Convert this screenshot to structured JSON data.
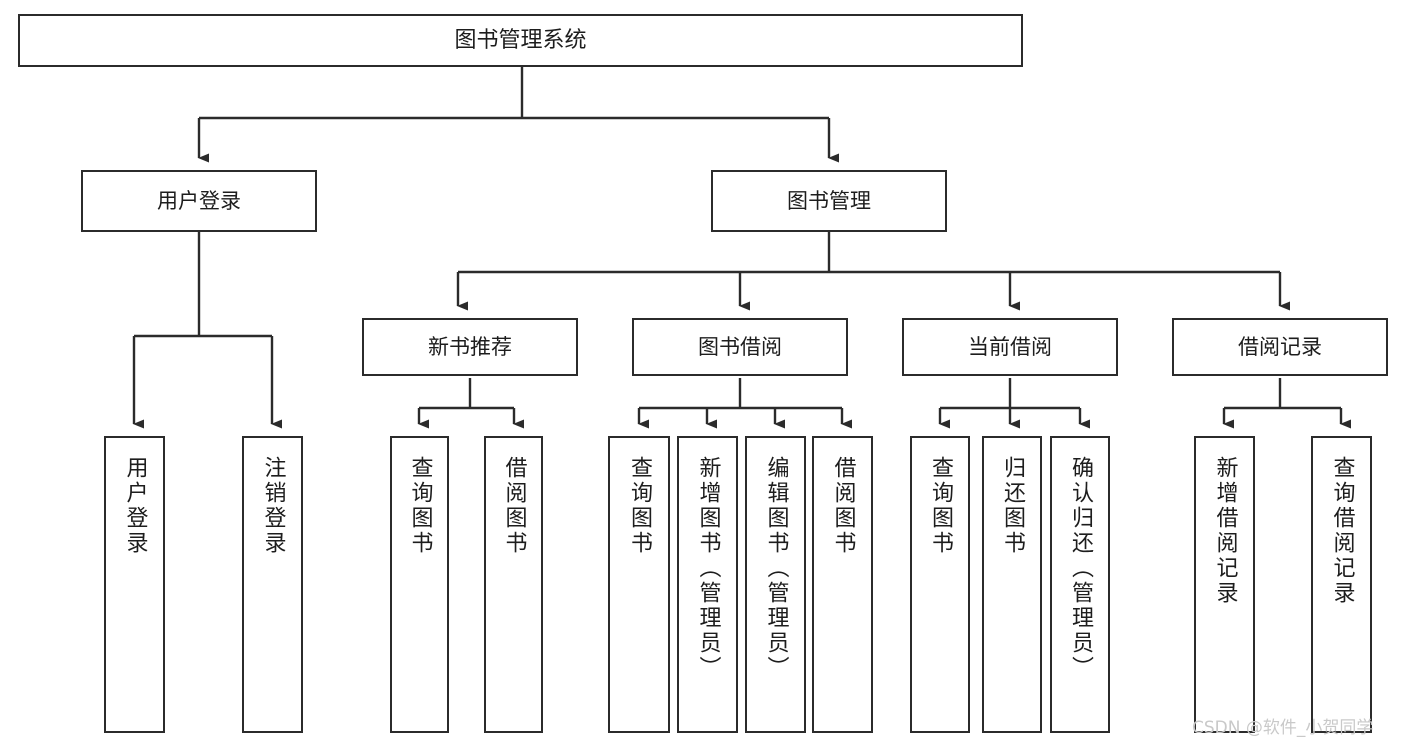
{
  "diagram": {
    "title": "图书管理系统",
    "type": "functional-structure-tree",
    "watermark": "CSDN @软件_小贺同学",
    "colors": {
      "stroke": "#2b2b2b",
      "fill": "#ffffff",
      "text": "#1d1d1d",
      "watermark": "#c9c9c9"
    },
    "levels": {
      "root": {
        "label": "图书管理系统"
      },
      "level2": [
        {
          "label": "用户登录"
        },
        {
          "label": "图书管理"
        }
      ],
      "level3": [
        {
          "label": "新书推荐"
        },
        {
          "label": "图书借阅"
        },
        {
          "label": "当前借阅"
        },
        {
          "label": "借阅记录"
        }
      ],
      "leaves": [
        {
          "label": "用户登录"
        },
        {
          "label": "注销登录"
        },
        {
          "label": "查询图书"
        },
        {
          "label": "借阅图书"
        },
        {
          "label": "查询图书"
        },
        {
          "label": "新增图书（管理员）"
        },
        {
          "label": "编辑图书（管理员）"
        },
        {
          "label": "借阅图书"
        },
        {
          "label": "查询图书"
        },
        {
          "label": "归还图书"
        },
        {
          "label": "确认归还（管理员）"
        },
        {
          "label": "新增借阅记录"
        },
        {
          "label": "查询借阅记录"
        }
      ]
    }
  }
}
